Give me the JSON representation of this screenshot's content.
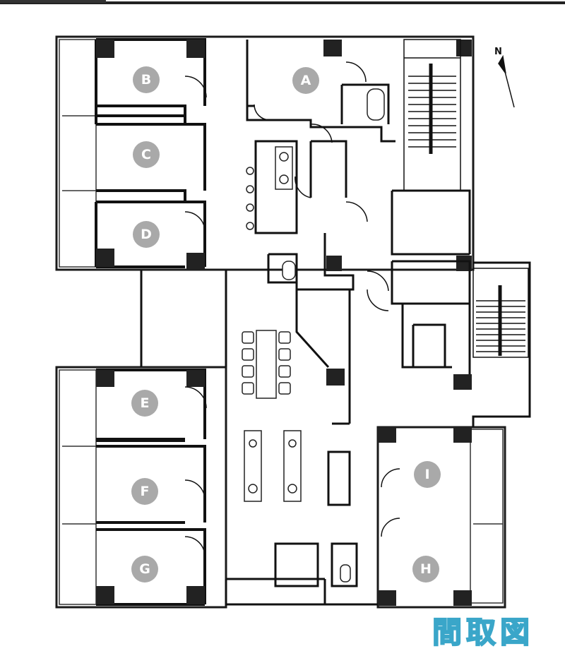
{
  "title": "間取図",
  "compass": "N",
  "rooms": [
    {
      "id": "A",
      "label": "A"
    },
    {
      "id": "B",
      "label": "B"
    },
    {
      "id": "C",
      "label": "C"
    },
    {
      "id": "D",
      "label": "D"
    },
    {
      "id": "E",
      "label": "E"
    },
    {
      "id": "F",
      "label": "F"
    },
    {
      "id": "G",
      "label": "G"
    },
    {
      "id": "H",
      "label": "H"
    },
    {
      "id": "I",
      "label": "I"
    }
  ]
}
